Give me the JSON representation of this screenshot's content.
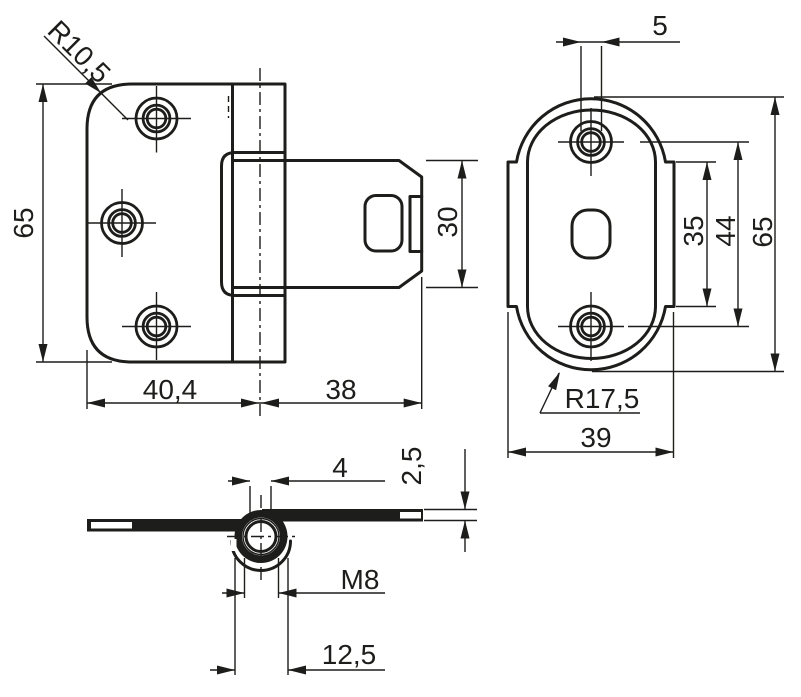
{
  "drawing": {
    "type": "technical-drawing",
    "subject": "cranked furniture hinge with oval counter plate",
    "colors": {
      "line": "#1d1d1b",
      "background": "#ffffff"
    },
    "dims": {
      "front": {
        "corner_radius": "R10,5",
        "height": "65",
        "plate_width": "40,4",
        "tab_width": "38",
        "tab_height": "30"
      },
      "plate": {
        "hole_diameter": "5",
        "flat_length": "35",
        "hole_spacing": "44",
        "height": "65",
        "end_radius": "R17,5",
        "width": "39"
      },
      "side": {
        "knuckle_offset": "4",
        "leaf_thickness": "2,5",
        "thread": "M8",
        "knuckle_diameter": "12,5"
      }
    }
  }
}
